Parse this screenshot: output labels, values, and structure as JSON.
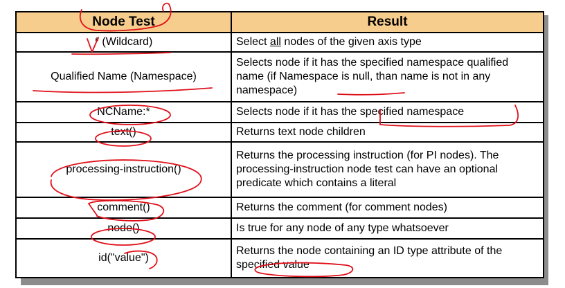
{
  "table": {
    "headers": {
      "node_test": "Node Test",
      "result": "Result"
    },
    "rows": [
      {
        "test": "* (Wildcard)",
        "result_before": "Select ",
        "result_emphasis": "all",
        "result_after": " nodes of the given axis type"
      },
      {
        "test": "Qualified Name (Namespace)",
        "result": "Selects node if it has the specified namespace qualified name (if Namespace is null, than name is not in any namespace)"
      },
      {
        "test": "NCName:*",
        "result": "Selects node if it has the specified namespace"
      },
      {
        "test": "text()",
        "result": "Returns text node children"
      },
      {
        "test": "processing-instruction()",
        "result": "Returns the processing instruction (for PI nodes). The processing-instruction node test can have an optional predicate which contains a literal"
      },
      {
        "test": "comment()",
        "result": "Returns the comment (for comment nodes)"
      },
      {
        "test": "node()",
        "result": "Is true for any node of any type whatsoever"
      },
      {
        "test": "id(\"value\")",
        "result": "Returns the node containing an ID type attribute of the specified value"
      }
    ]
  },
  "colors": {
    "header_fill": "#f7cd8e",
    "annotation_ink": "#e0101a",
    "drop_shadow": "#8c8c8c"
  }
}
